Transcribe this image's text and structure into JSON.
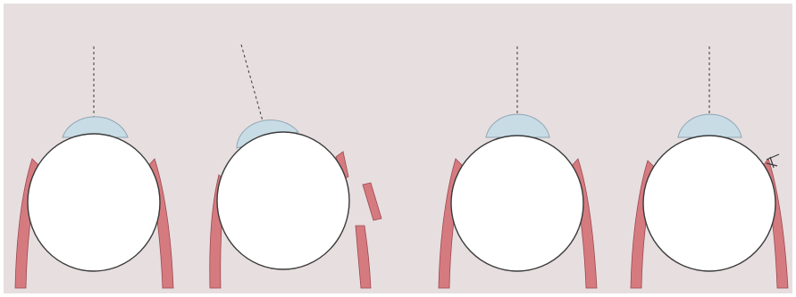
{
  "colors": {
    "background": "#e7dedf",
    "frame": "#ffffff",
    "cornea_fill": "#c8dce6",
    "cornea_stroke": "#8fa6b3",
    "globe_fill": "#ffffff",
    "globe_stroke": "#3a3a3a",
    "muscle_fill": "#d57b80",
    "muscle_stroke": "#9c4950",
    "axis_line": "#3a3a3a"
  },
  "panels": [
    {
      "id": "panel-1",
      "axis": "vertical",
      "muscles": "intact"
    },
    {
      "id": "panel-2",
      "axis": "tilted",
      "muscles": "right-muscle-cut"
    },
    {
      "id": "panel-3",
      "axis": "vertical",
      "muscles": "intact"
    },
    {
      "id": "panel-4",
      "axis": "vertical",
      "muscles": "right-muscle-sutured"
    }
  ]
}
